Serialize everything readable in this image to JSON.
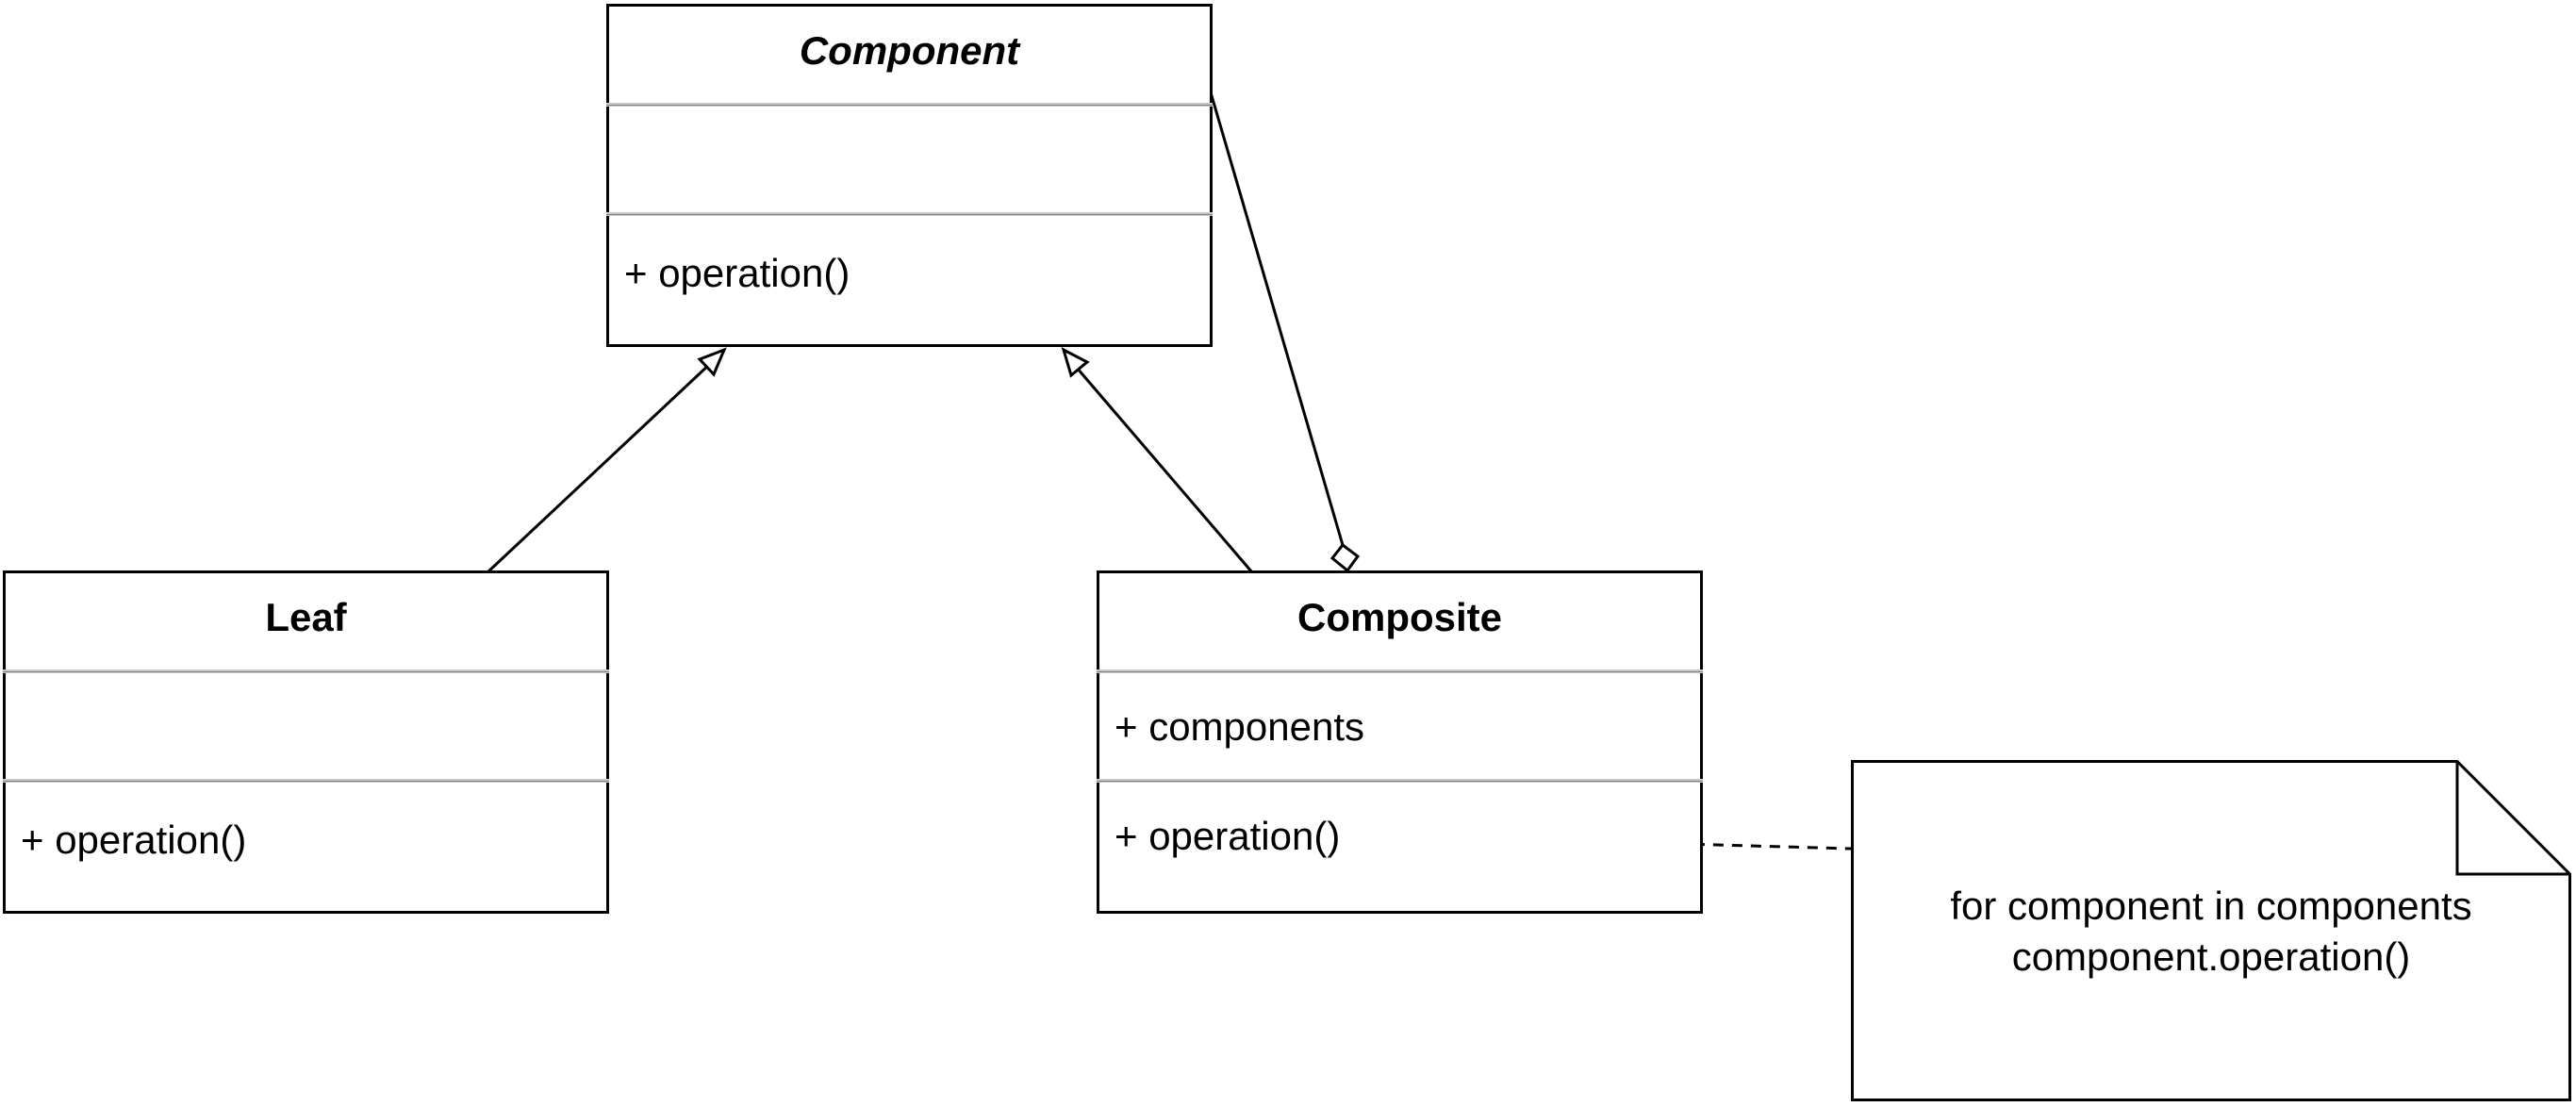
{
  "classes": {
    "component": {
      "name": "Component",
      "attributes": "",
      "operations": "+ operation()"
    },
    "leaf": {
      "name": "Leaf",
      "attributes": "",
      "operations": "+ operation()"
    },
    "composite": {
      "name": "Composite",
      "attributes": "+ components",
      "operations": "+ operation()"
    }
  },
  "note": {
    "line1": "for component in components",
    "line2": "component.operation()"
  },
  "relations": [
    {
      "type": "generalization",
      "from": "Leaf",
      "to": "Component"
    },
    {
      "type": "generalization",
      "from": "Composite",
      "to": "Component"
    },
    {
      "type": "aggregation",
      "from": "Composite",
      "to": "Component"
    },
    {
      "type": "note-anchor",
      "from": "note",
      "to": "Composite.operation"
    }
  ]
}
